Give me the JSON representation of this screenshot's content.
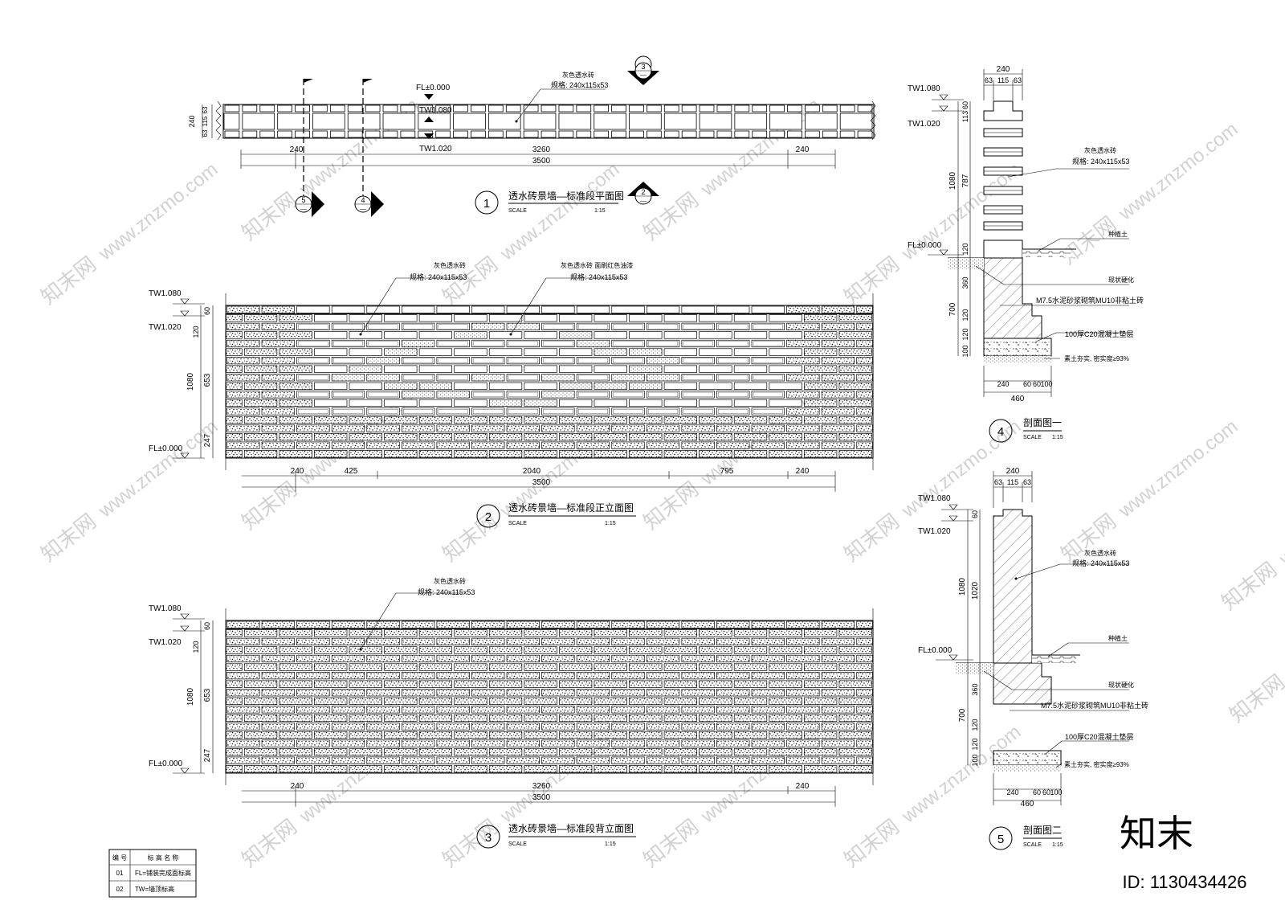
{
  "plan": {
    "levels": [
      "FL±0.000",
      "TW1.080",
      "TW1.020"
    ],
    "material": {
      "name": "灰色透水砖",
      "spec": "规格: 240x115x53"
    },
    "left_dims": [
      "240",
      "63",
      "115",
      "63"
    ],
    "bottom_dims": [
      "240",
      "3260",
      "240"
    ],
    "total": "3500",
    "section_marks": [
      "3",
      "2",
      "5",
      "4"
    ],
    "dash": "—",
    "title": {
      "num": "1",
      "text": "透水砖景墙—标准段平面图",
      "scale_label": "SCALE",
      "scale": "1:15"
    }
  },
  "front": {
    "levels": {
      "top": "TW1.080",
      "top2": "TW1.020",
      "floor": "FL±0.000"
    },
    "label_a": {
      "name": "灰色透水砖",
      "spec": "规格: 240x115x53"
    },
    "label_b": {
      "name": "灰色透水砖  面刷红色油漆",
      "spec": "规格: 240x115x53"
    },
    "vert_dims": [
      "60",
      "120",
      "1080",
      "653",
      "247"
    ],
    "bottom_dims": [
      "240",
      "425",
      "2040",
      "795",
      "240"
    ],
    "total": "3500",
    "title": {
      "num": "2",
      "text": "透水砖景墙—标准段正立面图",
      "scale_label": "SCALE",
      "scale": "1:15"
    }
  },
  "back": {
    "levels": {
      "top": "TW1.080",
      "top2": "TW1.020",
      "floor": "FL±0.000"
    },
    "label": {
      "name": "灰色透水砖",
      "spec": "规格: 240x115x53"
    },
    "vert_dims": [
      "60",
      "120",
      "1080",
      "653",
      "247"
    ],
    "bottom_dims": [
      "240",
      "3260",
      "240"
    ],
    "total": "3500",
    "title": {
      "num": "3",
      "text": "透水砖景墙—标准段背立面图",
      "scale_label": "SCALE",
      "scale": "1:15"
    }
  },
  "section1": {
    "levels": {
      "top": "TW1.080",
      "top2": "TW1.020",
      "floor": "FL±0.000"
    },
    "top_dims": [
      "240",
      "63",
      "115",
      "63"
    ],
    "left_dims": [
      "60",
      "113",
      "1080",
      "787",
      "120",
      "360",
      "700",
      "120",
      "120",
      "100"
    ],
    "bottom_dims": [
      "240",
      "60",
      "60",
      "100",
      "460"
    ],
    "labels": [
      "灰色透水砖",
      "规格: 240x115x53",
      "种植土",
      "现状硬化",
      "M7.5水泥砂浆砌筑MU10非粘土砖",
      "100厚C20混凝土垫层",
      "素土夯实, 密实度≥93%"
    ],
    "title": {
      "num": "4",
      "text": "剖面图一",
      "scale_label": "SCALE",
      "scale": "1:15"
    }
  },
  "section2": {
    "levels": {
      "top": "TW1.080",
      "top2": "TW1.020",
      "floor": "FL±0.000"
    },
    "top_dims": [
      "240",
      "63",
      "115",
      "63"
    ],
    "left_dims": [
      "60",
      "1080",
      "1020",
      "360",
      "700",
      "120",
      "120",
      "100"
    ],
    "bottom_dims": [
      "240",
      "60",
      "60",
      "100",
      "460"
    ],
    "labels": [
      "灰色透水砖",
      "规格: 240x115x53",
      "种植土",
      "现状硬化",
      "M7.5水泥砂浆砌筑MU10非粘土砖",
      "100厚C20混凝土垫层",
      "素土夯实, 密实度≥93%"
    ],
    "title": {
      "num": "5",
      "text": "剖面图二",
      "scale_label": "SCALE",
      "scale": "1:15"
    }
  },
  "legend": {
    "headers": [
      "编 号",
      "标 高 名 称"
    ],
    "rows": [
      [
        "01",
        "FL=铺装完成面标高"
      ],
      [
        "02",
        "TW=墙顶标高"
      ]
    ]
  },
  "watermark": {
    "site": "www.znzmo.com",
    "brand": "知末网",
    "logo": "知末",
    "id": "ID: 1130434426"
  }
}
